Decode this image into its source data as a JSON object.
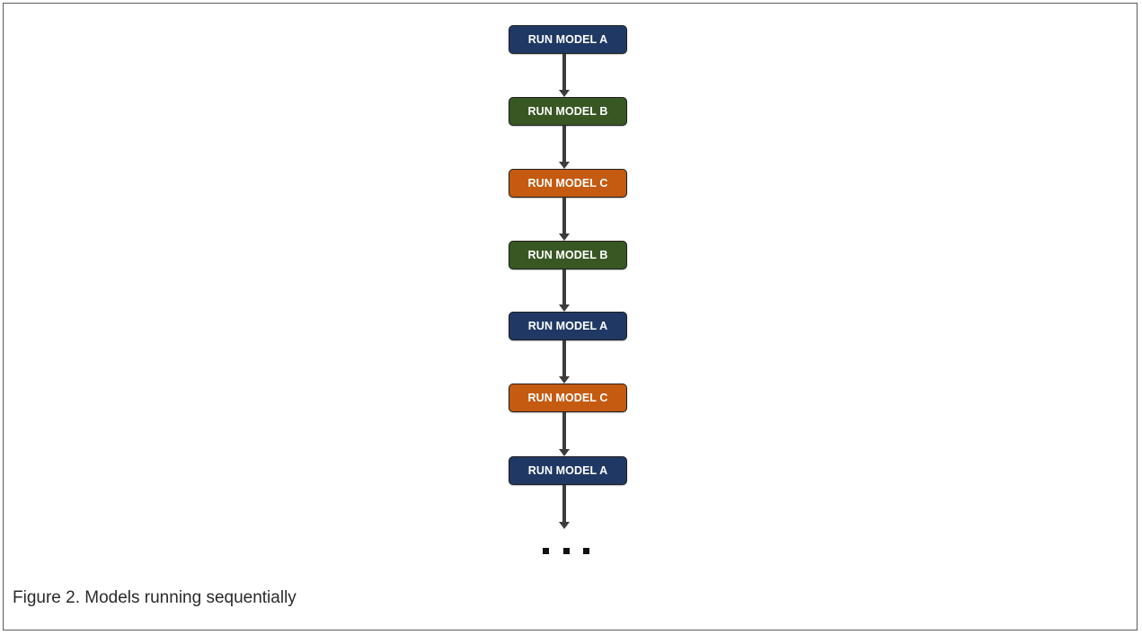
{
  "nodes": [
    {
      "label": "RUN MODEL A",
      "color": "#1f3864"
    },
    {
      "label": "RUN MODEL B",
      "color": "#385723"
    },
    {
      "label": "RUN MODEL C",
      "color": "#c55a11"
    },
    {
      "label": "RUN MODEL B",
      "color": "#385723"
    },
    {
      "label": "RUN MODEL A",
      "color": "#1f3864"
    },
    {
      "label": "RUN MODEL C",
      "color": "#c55a11"
    },
    {
      "label": "RUN MODEL A",
      "color": "#1f3864"
    }
  ],
  "continuation": "...",
  "caption": "Figure 2.  Models running sequentially"
}
